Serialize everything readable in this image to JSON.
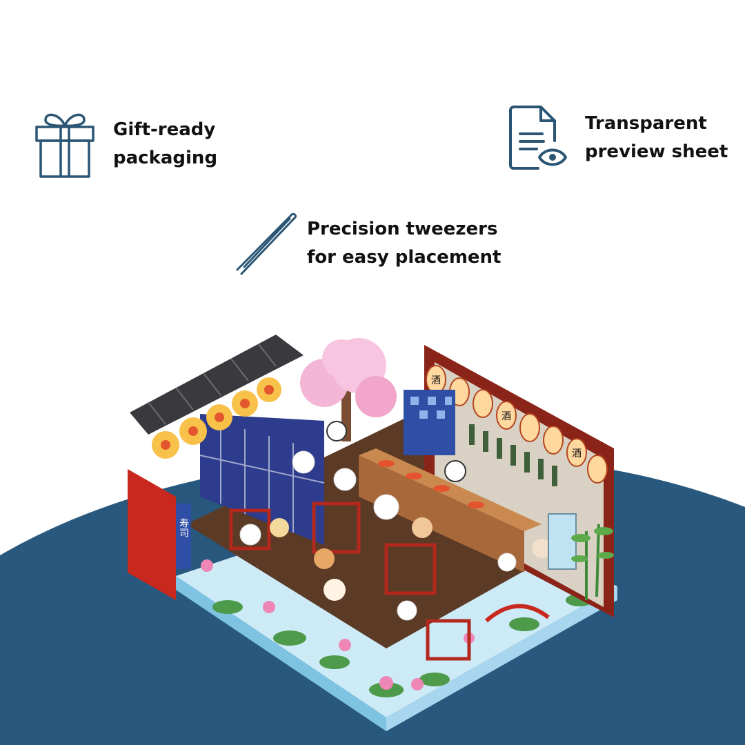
{
  "colors": {
    "background": "#ffffff",
    "navy": "#28587d",
    "icon_stroke": "#2b5574",
    "text": "#111111"
  },
  "features": {
    "gift": {
      "icon": "gift-box-icon",
      "line1": "Gift-ready",
      "line2": "packaging"
    },
    "preview": {
      "icon": "document-eye-icon",
      "line1": "Transparent",
      "line2": "preview sheet"
    },
    "tweezers": {
      "icon": "tweezers-icon",
      "line1": "Precision tweezers",
      "line2": "for easy placement"
    }
  },
  "product": {
    "sign_text": "寿司",
    "lantern_text": "酒"
  }
}
